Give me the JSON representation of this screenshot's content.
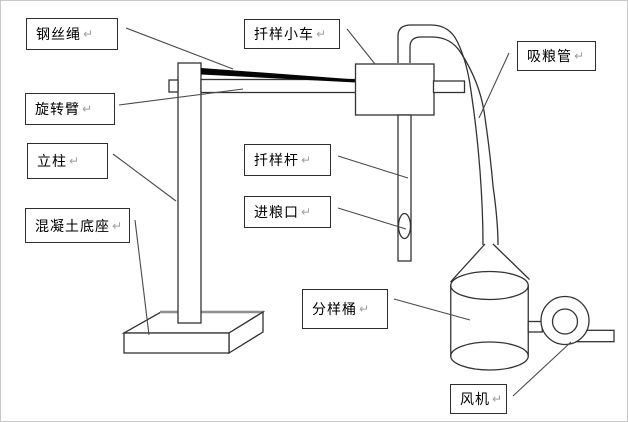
{
  "meta": {
    "description": "labeled schematic diagram of a pneumatic grain sampling machine",
    "paragraph_mark": "↵",
    "colors": {
      "background": "#ffffff",
      "outline": "#333333",
      "leader_line": "#4a4a4a",
      "label_border": "#2e2e2e",
      "label_text": "#000000",
      "paragraph_mark": "#9aa0a6",
      "wire_rope": "#050505",
      "base_back_edge": "#8f8f8f"
    }
  },
  "labels": [
    {
      "id": "steel-wire-rope",
      "text": "钢丝绳"
    },
    {
      "id": "sampling-cart",
      "text": "扦样小车"
    },
    {
      "id": "suction-pipe",
      "text": "吸粮管"
    },
    {
      "id": "rotating-arm",
      "text": "旋转臂"
    },
    {
      "id": "column",
      "text": "立柱"
    },
    {
      "id": "sampling-rod",
      "text": "扦样杆"
    },
    {
      "id": "grain-inlet",
      "text": "进粮口"
    },
    {
      "id": "concrete-base",
      "text": "混凝土底座"
    },
    {
      "id": "divider-bucket",
      "text": "分样桶"
    },
    {
      "id": "fan",
      "text": "风机"
    }
  ]
}
